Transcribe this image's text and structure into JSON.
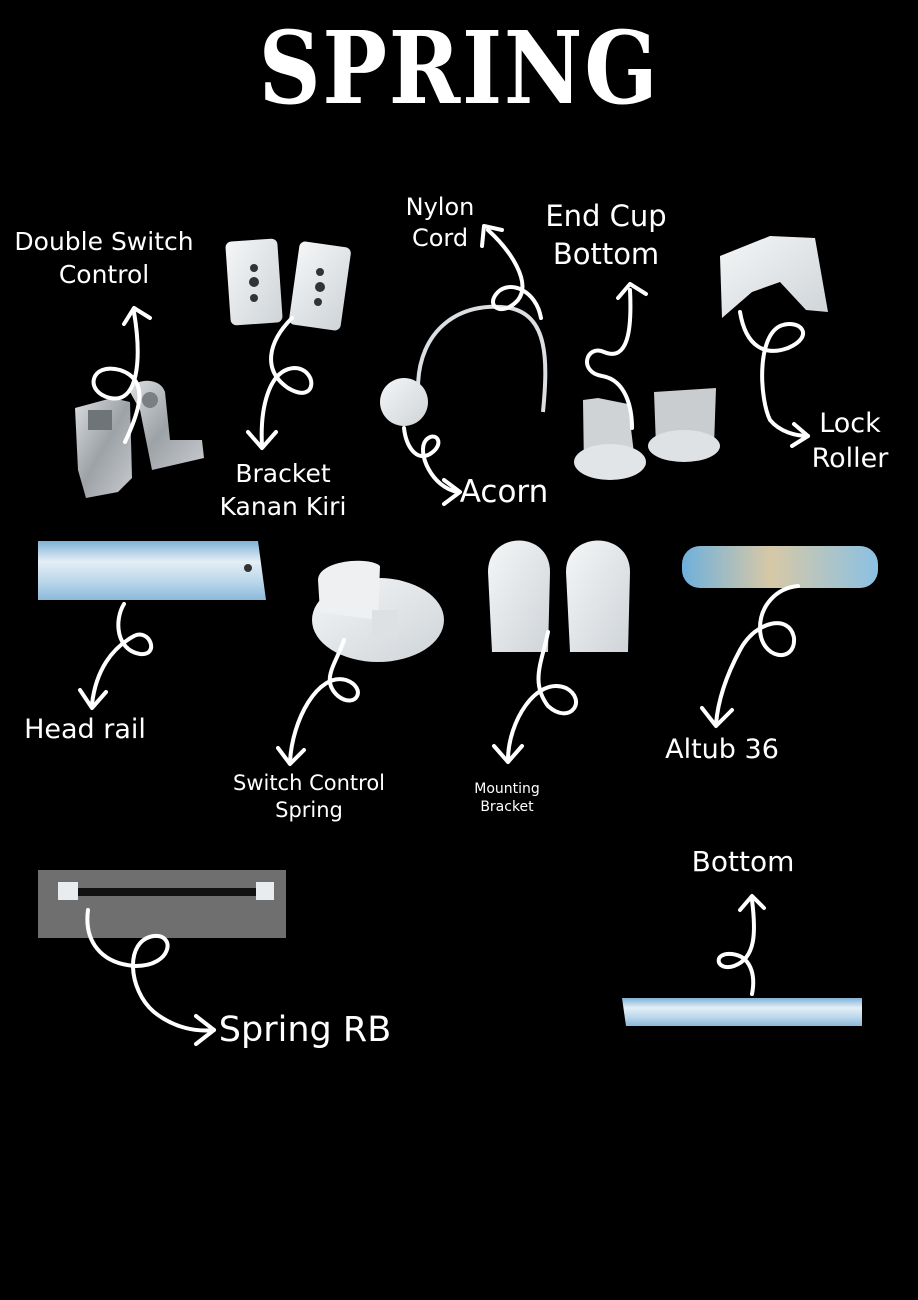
{
  "title": "SPRING",
  "parts": {
    "double_switch_control": "Double Switch\nControl",
    "bracket_kanan_kiri": "Bracket\nKanan Kiri",
    "nylon_cord": "Nylon\nCord",
    "acorn": "Acorn",
    "end_cup_bottom": "End Cup\nBottom",
    "lock_roller": "Lock\nRoller",
    "head_rail": "Head rail",
    "switch_control_spring": "Switch Control\nSpring",
    "mounting_bracket": "Mounting\nBracket",
    "altub_36": "Altub 36",
    "spring_rb": "Spring RB",
    "bottom": "Bottom"
  },
  "colors": {
    "background": "#000000",
    "text": "#ffffff",
    "metal": "#b8bcc0",
    "plastic": "#e8ebee",
    "rail_blue": "#a9cfe6"
  }
}
